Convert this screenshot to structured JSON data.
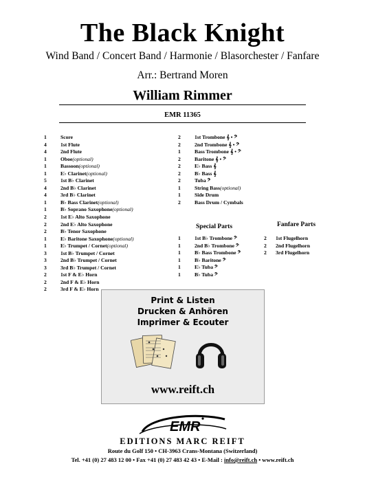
{
  "header": {
    "title": "The Black Knight",
    "subtitle": "Wind Band / Concert Band / Harmonie / Blasorchester / Fanfare",
    "arranger": "Arr.: Bertrand Moren",
    "composer": "William Rimmer",
    "catalog": "EMR 11365"
  },
  "parts_col1": [
    {
      "qty": "1",
      "name": "Score",
      "opt": ""
    },
    {
      "qty": "4",
      "name": "1st Flute",
      "opt": ""
    },
    {
      "qty": "4",
      "name": "2nd Flute",
      "opt": ""
    },
    {
      "qty": "1",
      "name": "Oboe ",
      "opt": "(optional)"
    },
    {
      "qty": "1",
      "name": "Bassoon ",
      "opt": "(optional)"
    },
    {
      "qty": "1",
      "name": "E♭ Clarinet ",
      "opt": "(optional)"
    },
    {
      "qty": "5",
      "name": "1st B♭ Clarinet",
      "opt": ""
    },
    {
      "qty": "4",
      "name": "2nd B♭ Clarinet",
      "opt": ""
    },
    {
      "qty": "4",
      "name": "3rd B♭ Clarinet",
      "opt": ""
    },
    {
      "qty": "1",
      "name": "B♭ Bass Clarinet ",
      "opt": "(optional)"
    },
    {
      "qty": "1",
      "name": "B♭ Soprano Saxophone ",
      "opt": "(optional)"
    },
    {
      "qty": "2",
      "name": "1st E♭ Alto Saxophone",
      "opt": ""
    },
    {
      "qty": "2",
      "name": "2nd E♭ Alto Saxophone",
      "opt": ""
    },
    {
      "qty": "2",
      "name": "B♭ Tenor Saxophone",
      "opt": ""
    },
    {
      "qty": "1",
      "name": "E♭ Baritone Saxophone ",
      "opt": "(optional)"
    },
    {
      "qty": "1",
      "name": "E♭ Trumpet / Cornet ",
      "opt": "(optional)"
    },
    {
      "qty": "3",
      "name": "1st B♭ Trumpet / Cornet",
      "opt": ""
    },
    {
      "qty": "3",
      "name": "2nd B♭ Trumpet / Cornet",
      "opt": ""
    },
    {
      "qty": "3",
      "name": "3rd B♭ Trumpet / Cornet",
      "opt": ""
    },
    {
      "qty": "2",
      "name": "1st F & E♭ Horn",
      "opt": ""
    },
    {
      "qty": "2",
      "name": "2nd F & E♭ Horn",
      "opt": ""
    },
    {
      "qty": "2",
      "name": "3rd F & E♭ Horn",
      "opt": ""
    }
  ],
  "parts_col2": [
    {
      "qty": "2",
      "name": "1st Trombone 𝄞 • 𝄢",
      "opt": ""
    },
    {
      "qty": "2",
      "name": "2nd Trombone 𝄞 • 𝄢",
      "opt": ""
    },
    {
      "qty": "1",
      "name": "Bass Trombone 𝄞 • 𝄢",
      "opt": ""
    },
    {
      "qty": "2",
      "name": "Baritone 𝄞 • 𝄢",
      "opt": ""
    },
    {
      "qty": "2",
      "name": "E♭ Bass 𝄞",
      "opt": ""
    },
    {
      "qty": "2",
      "name": "B♭ Bass 𝄞",
      "opt": ""
    },
    {
      "qty": "2",
      "name": "Tuba 𝄢",
      "opt": ""
    },
    {
      "qty": "1",
      "name": "String Bass ",
      "opt": "(optional)"
    },
    {
      "qty": "1",
      "name": "Side Drum",
      "opt": ""
    },
    {
      "qty": "2",
      "name": "Bass Drum / Cymbals",
      "opt": ""
    }
  ],
  "special_parts": {
    "heading": "Special Parts",
    "items": [
      {
        "qty": "1",
        "name": "1st B♭ Trombone 𝄢",
        "opt": ""
      },
      {
        "qty": "1",
        "name": "2nd B♭ Trombone 𝄢",
        "opt": ""
      },
      {
        "qty": "1",
        "name": "B♭ Bass Trombone 𝄢",
        "opt": ""
      },
      {
        "qty": "1",
        "name": "B♭ Baritone 𝄢",
        "opt": ""
      },
      {
        "qty": "1",
        "name": "E♭ Tuba 𝄢",
        "opt": ""
      },
      {
        "qty": "1",
        "name": "B♭ Tuba 𝄢",
        "opt": ""
      }
    ]
  },
  "fanfare_parts": {
    "heading": "Fanfare Parts",
    "items": [
      {
        "qty": "2",
        "name": "1st Flugelhorn",
        "opt": ""
      },
      {
        "qty": "2",
        "name": "2nd Flugelhorn",
        "opt": ""
      },
      {
        "qty": "2",
        "name": "3rd Flugelhorn",
        "opt": ""
      }
    ]
  },
  "promo": {
    "line1": "Print & Listen",
    "line2": "Drucken & Anhören",
    "line3": "Imprimer & Ecouter",
    "url": "www.reift.ch"
  },
  "footer": {
    "logo_text": "EMR",
    "publisher": "EDITIONS MARC REIFT",
    "address": "Route du Golf 150 • CH-3963 Crans-Montana (Switzerland)",
    "contact_prefix": "Tel. +41 (0) 27 483 12 00 • Fax +41 (0) 27 483 42 43 • E-Mail : ",
    "email": "info@reift.ch",
    "contact_suffix": " • www.reift.ch"
  }
}
